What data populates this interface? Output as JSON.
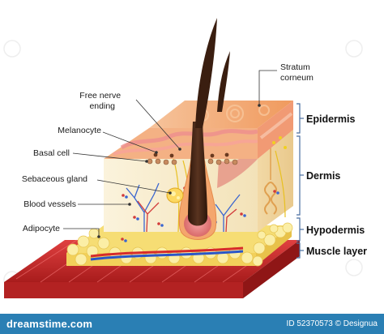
{
  "labels": {
    "stratum_corneum": [
      "Stratum",
      "corneum"
    ],
    "free_nerve_ending": [
      "Free nerve",
      "ending"
    ],
    "melanocyte": "Melanocyte",
    "basal_cell": "Basal cell",
    "sebaceous_gland": "Sebaceous gland",
    "blood_vessels": "Blood vessels",
    "adipocyte": "Adipocyte"
  },
  "layers": {
    "epidermis": "Epidermis",
    "dermis": "Dermis",
    "hypodermis": "Hypodermis",
    "muscle": "Muscle layer"
  },
  "footer": {
    "brand": "dreamstime.com",
    "credit": "ID 52370573 © Designua"
  },
  "colors": {
    "footer_bg": "#2a7fb4",
    "epidermis": "#f6b98a",
    "stratum": "#f3a06c",
    "dermis": "#f8eccb",
    "fat": "#f7e38a",
    "muscle": "#c92a2a",
    "hair": "#4a2a1a",
    "bracket": "#4a6fa0",
    "leader": "#333333"
  }
}
